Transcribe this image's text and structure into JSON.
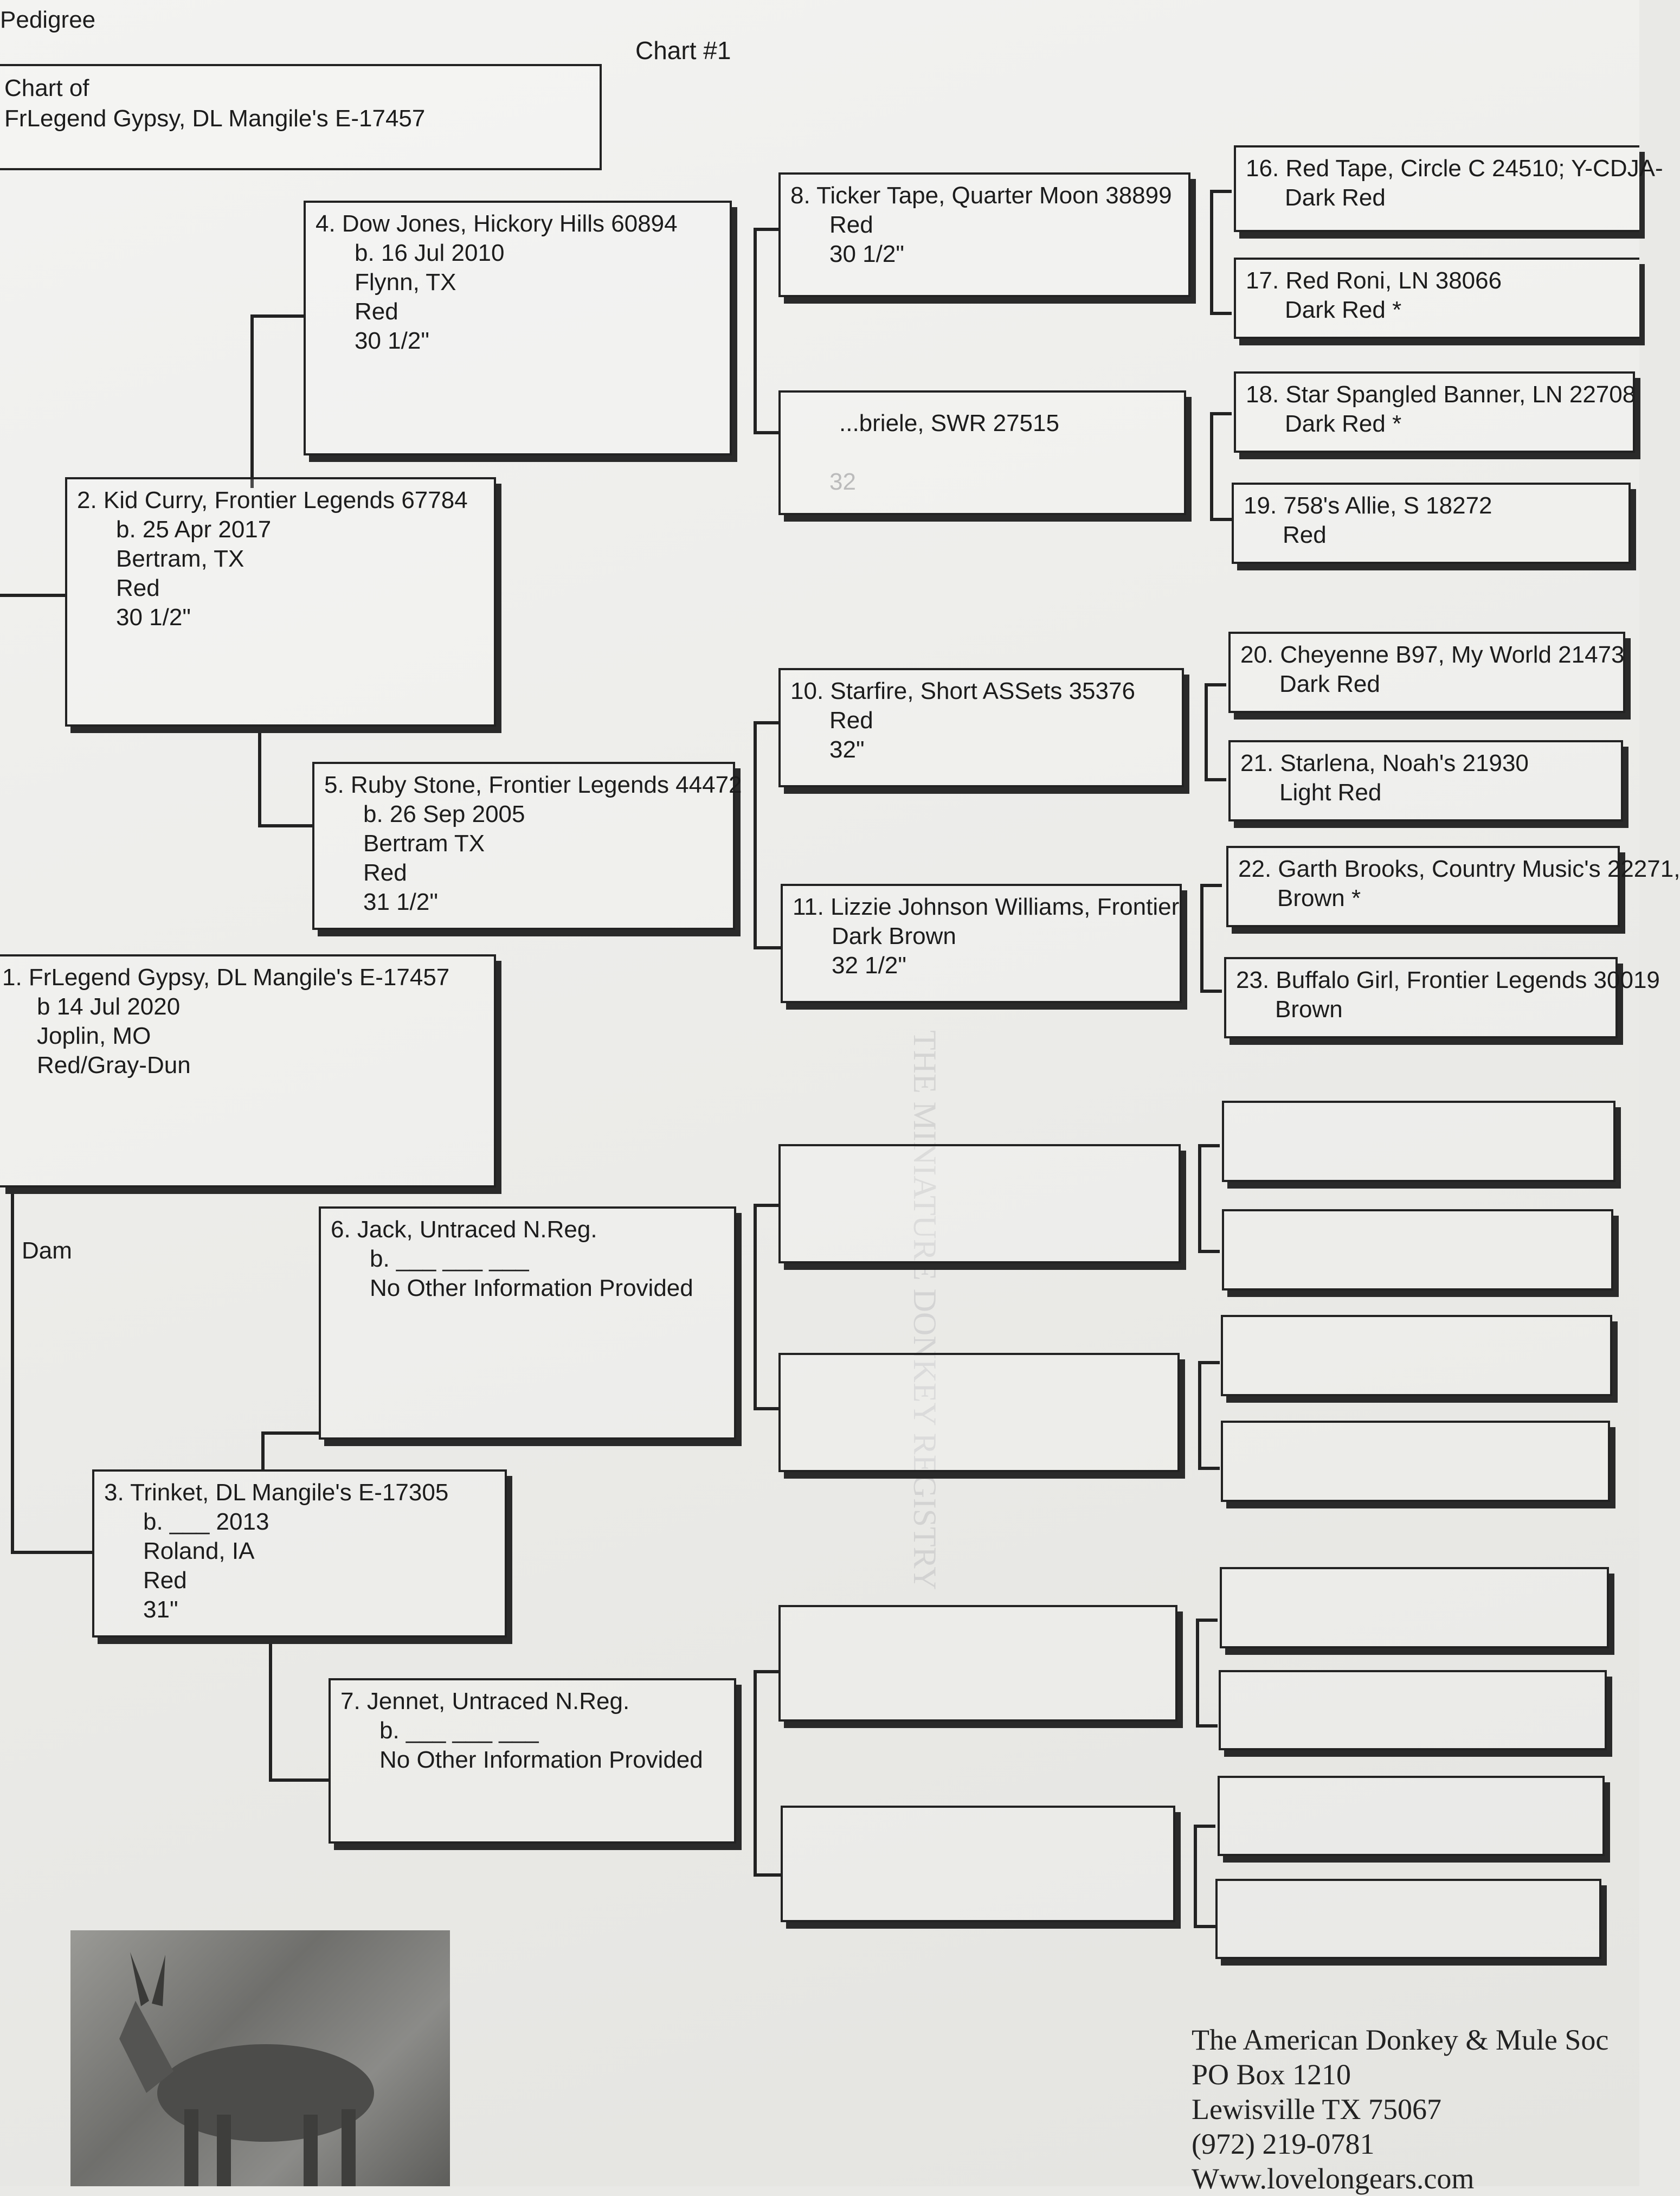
{
  "header": {
    "doc_type": "Pedigree",
    "chart_number": "Chart #1",
    "chart_of_label": "Chart of",
    "chart_of_name": "FrLegend Gypsy, DL Mangile's E-17457",
    "dam_label": "Dam"
  },
  "entries": {
    "e1": [
      "1. FrLegend Gypsy, DL Mangile's E-17457",
      "b 14 Jul 2020",
      "Joplin, MO",
      "Red/Gray-Dun"
    ],
    "e2": [
      "2. Kid Curry, Frontier Legends 67784",
      "b. 25 Apr 2017",
      "Bertram, TX",
      "Red",
      "30 1/2\""
    ],
    "e3": [
      "3. Trinket, DL Mangile's E-17305",
      "b. ___ 2013",
      "Roland, IA",
      "Red",
      "31\""
    ],
    "e4": [
      "4. Dow Jones, Hickory Hills 60894",
      "b. 16 Jul 2010",
      "Flynn, TX",
      "Red",
      "30 1/2\""
    ],
    "e5": [
      "5. Ruby Stone, Frontier Legends 44472",
      "b. 26 Sep 2005",
      "Bertram TX",
      "Red",
      "31 1/2\""
    ],
    "e6": [
      "6. Jack, Untraced N.Reg.",
      "b. ___ ___ ___",
      "No Other Information Provided"
    ],
    "e7": [
      "7. Jennet, Untraced N.Reg.",
      "b. ___ ___ ___",
      "No Other Information Provided"
    ],
    "e8": [
      "8. Ticker Tape, Quarter Moon 38899",
      "Red",
      "30 1/2\""
    ],
    "e9": [
      "...briele, SWR 27515",
      "",
      "32"
    ],
    "e10": [
      "10. Starfire, Short ASSets 35376",
      "Red",
      "32\""
    ],
    "e11": [
      "11. Lizzie Johnson Williams, Frontier",
      "Dark Brown",
      "32 1/2\""
    ],
    "e16": [
      "16. Red Tape, Circle C 24510; Y-CDJA-",
      "Dark Red"
    ],
    "e17": [
      "17. Red Roni, LN 38066",
      "Dark Red *"
    ],
    "e18": [
      "18. Star Spangled Banner, LN 22708",
      "Dark Red *"
    ],
    "e19": [
      "19. 758's Allie, S 18272",
      "Red"
    ],
    "e20": [
      "20. Cheyenne B97, My World 21473",
      "Dark Red"
    ],
    "e21": [
      "21. Starlena, Noah's 21930",
      "Light Red"
    ],
    "e22": [
      "22. Garth Brooks, Country Music's 22271,",
      "Brown *"
    ],
    "e23": [
      "23. Buffalo Girl, Frontier Legends 30019",
      "Brown"
    ]
  },
  "footer": {
    "org": "The American Donkey & Mule Soc",
    "address1": "PO Box 1210",
    "address2": "Lewisville TX 75067",
    "phone": "(972) 219-0781",
    "web": "Www.lovelongears.com"
  }
}
